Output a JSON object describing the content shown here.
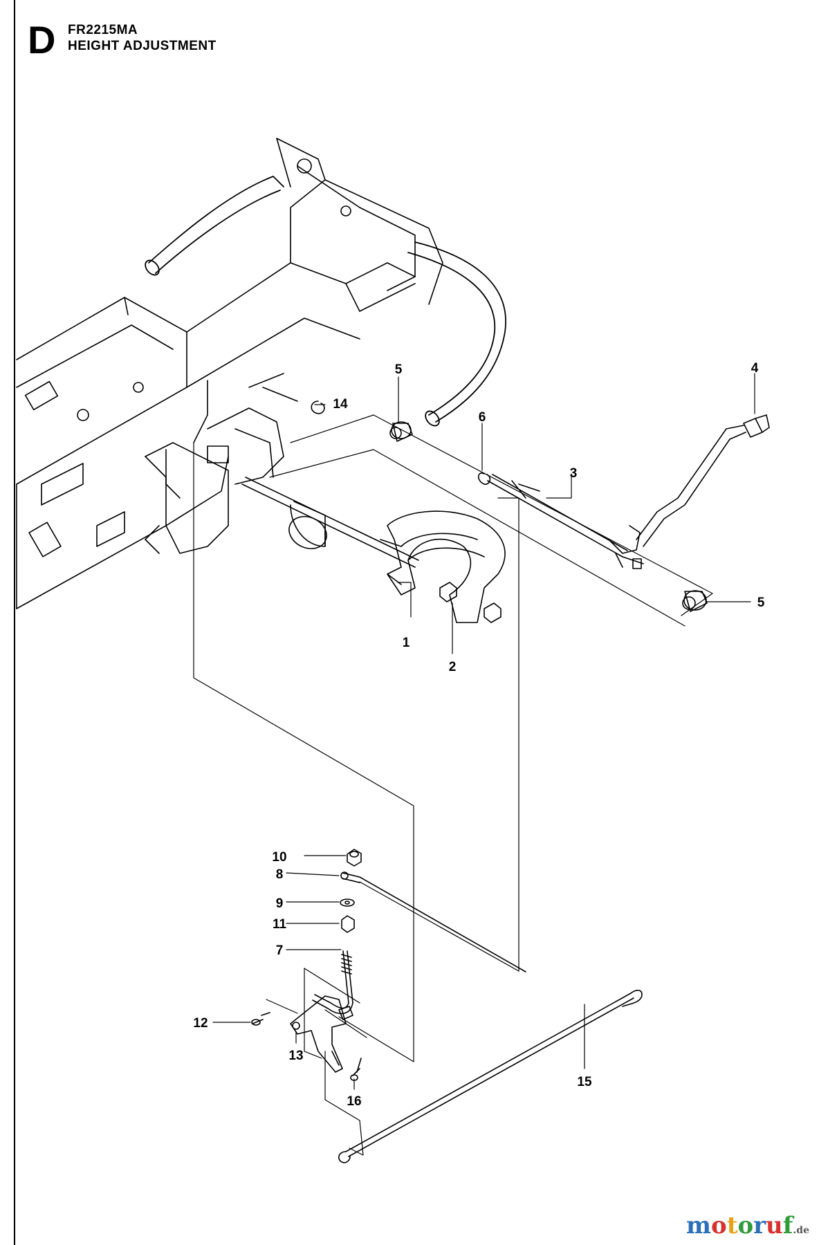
{
  "header": {
    "section_letter": "D",
    "model": "FR2215MA",
    "title": "HEIGHT ADJUSTMENT"
  },
  "callouts": [
    "1",
    "2",
    "3",
    "4",
    "5",
    "5",
    "6",
    "7",
    "8",
    "9",
    "10",
    "11",
    "12",
    "13",
    "14",
    "15",
    "16"
  ],
  "watermark": {
    "letters": [
      "m",
      "o",
      "t",
      "o",
      "r",
      "u",
      "f"
    ],
    "colors": [
      "#2a6fb8",
      "#d8312e",
      "#e8a21a",
      "#2e9c3a",
      "#2a6fb8",
      "#d8312e",
      "#2e9c3a"
    ],
    "suffix": ".de"
  }
}
